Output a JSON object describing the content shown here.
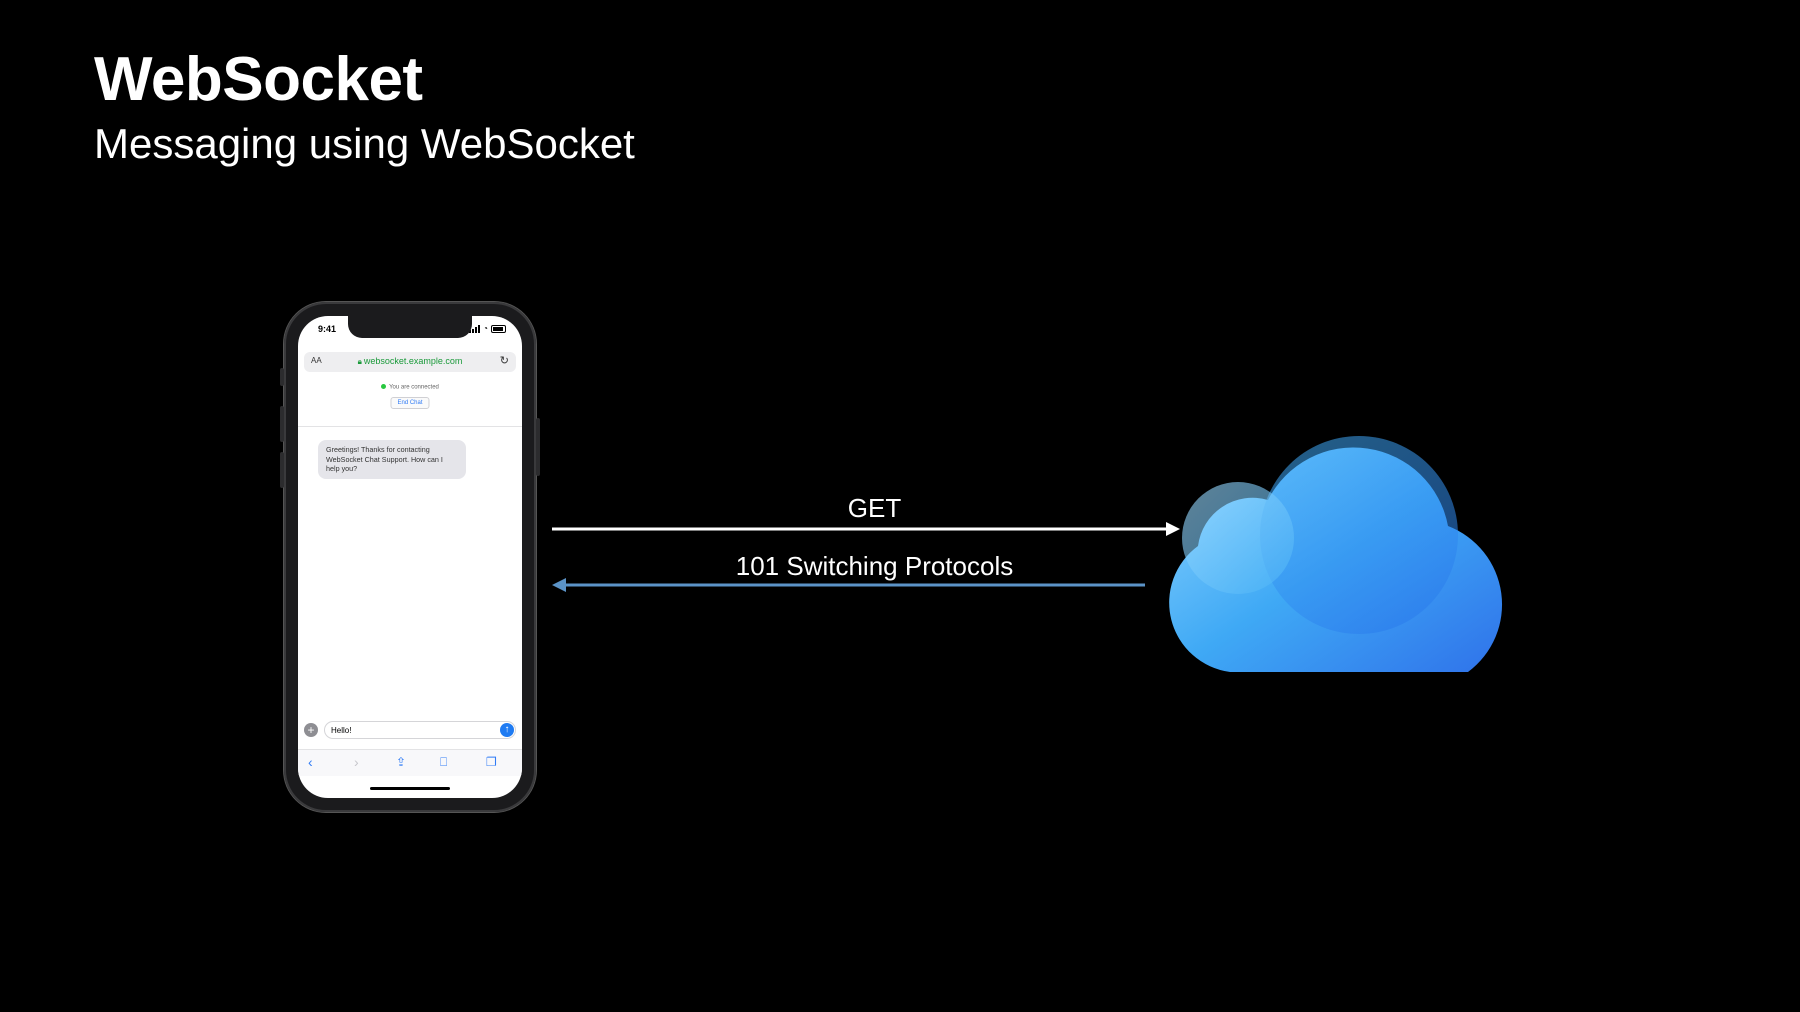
{
  "slide": {
    "title": "WebSocket",
    "subtitle": "Messaging using WebSocket"
  },
  "phone": {
    "status_time": "9:41",
    "url_bar": {
      "reader_label": "AA",
      "url": "websocket.example.com"
    },
    "connection_status": "You are connected",
    "end_chat_label": "End Chat",
    "incoming_message": "Greetings! Thanks for contacting WebSocket Chat Support. How can I help you?",
    "compose_value": "Hello!"
  },
  "diagram": {
    "request_label": "GET",
    "response_label": "101 Switching Protocols",
    "request_color": "#ffffff",
    "response_color": "#5b93c7"
  },
  "icons": {
    "server": "cloud-icon",
    "client": "iphone-device"
  }
}
